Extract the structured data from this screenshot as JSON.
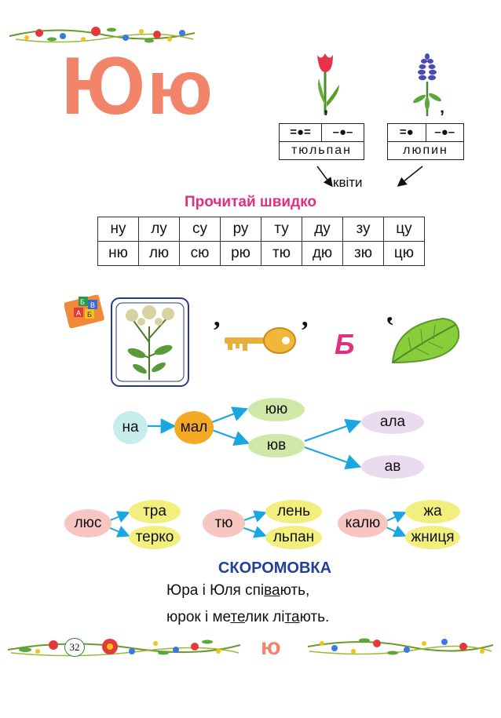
{
  "letters": {
    "upper": "Ю",
    "lower": "ю"
  },
  "schemes": [
    {
      "cells": [
        "=●=",
        "–●–"
      ],
      "word": "тюльпан"
    },
    {
      "cells": [
        "=●",
        "–●–"
      ],
      "word": "люпин"
    }
  ],
  "category": "квіти",
  "read_fast": {
    "title": "Прочитай швидко",
    "rows": [
      [
        "ну",
        "лу",
        "су",
        "ру",
        "ту",
        "ду",
        "зу",
        "цу"
      ],
      [
        "ню",
        "лю",
        "сю",
        "рю",
        "тю",
        "дю",
        "зю",
        "цю"
      ]
    ]
  },
  "rebus": {
    "letter": "Б",
    "block_letters": [
      "А",
      "Б",
      "В"
    ]
  },
  "word_tree": {
    "root": "на",
    "mid": "мал",
    "branches": [
      "юю",
      "юв"
    ],
    "endings": [
      "ала",
      "ав"
    ]
  },
  "syllable_groups": [
    {
      "start": "люс",
      "ends": [
        "тра",
        "терко"
      ]
    },
    {
      "start": "тю",
      "ends": [
        "лень",
        "льпан"
      ]
    },
    {
      "start": "калю",
      "ends": [
        "жа",
        "жниця"
      ]
    }
  ],
  "tongue_twister": {
    "title": "СКОРОМОВКА",
    "line1": [
      "Юра і Юля спі",
      "ва",
      "ють,"
    ],
    "line2": [
      "юрок і ме",
      "те",
      "лик лі",
      "та",
      "ють."
    ]
  },
  "footer": {
    "page": "32",
    "letter": "ю"
  },
  "colors": {
    "accent_salmon": "#f2846a",
    "title_pink": "#e0307f",
    "title_blue": "#22409a",
    "arrow": "#1aa6e0"
  }
}
